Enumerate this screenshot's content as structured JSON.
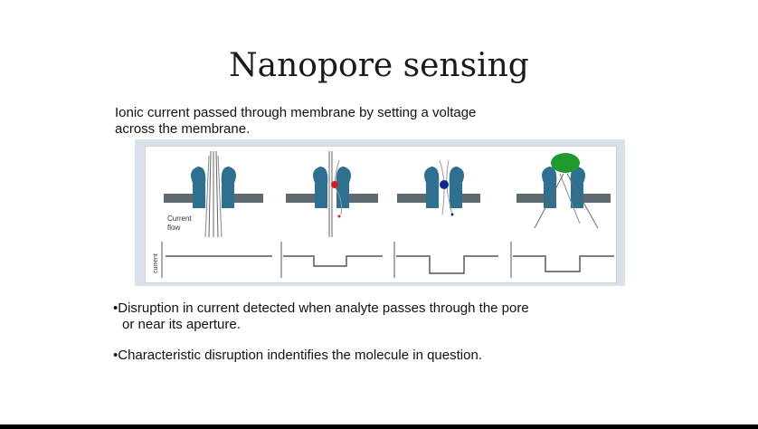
{
  "slide": {
    "title": "Nanopore sensing",
    "intro_line1": "Ionic current passed through membrane by setting a voltage",
    "intro_line2": "across the membrane.",
    "bullets": [
      {
        "line1": "•Disruption in current detected when analyte passes through the pore",
        "line2": "or near its aperture."
      },
      {
        "line1": "•Characteristic disruption indentifies the molecule in question.",
        "line2": ""
      }
    ]
  },
  "figure": {
    "current_flow_label_1": "Current",
    "current_flow_label_2": "flow",
    "axis_label": "current"
  },
  "colors": {
    "pore": "#2f6f8f",
    "membrane": "#5f6a70",
    "analyte_red": "#d0202a",
    "analyte_blue": "#0b2a8a",
    "protein_green": "#1f9a2e"
  }
}
